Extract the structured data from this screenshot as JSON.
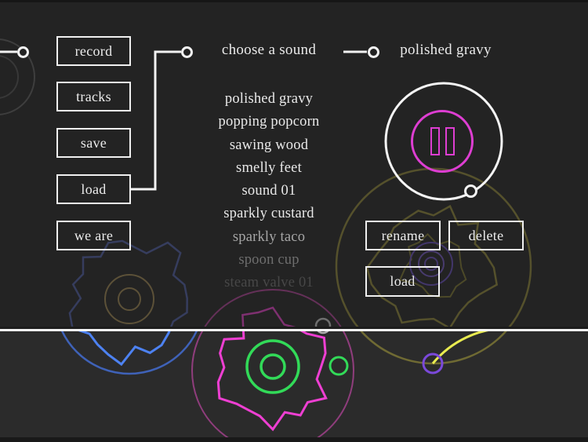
{
  "left_menu": {
    "items": [
      {
        "label": "record"
      },
      {
        "label": "tracks"
      },
      {
        "label": "save"
      },
      {
        "label": "load"
      },
      {
        "label": "we are"
      }
    ]
  },
  "picker": {
    "title": "choose a sound",
    "items": [
      {
        "label": "polished gravy"
      },
      {
        "label": "popping popcorn"
      },
      {
        "label": "sawing wood"
      },
      {
        "label": "smelly feet"
      },
      {
        "label": "sound 01"
      },
      {
        "label": "sparkly custard"
      },
      {
        "label": "sparkly taco"
      },
      {
        "label": "spoon cup"
      },
      {
        "label": "steam valve 01"
      }
    ]
  },
  "player": {
    "title": "polished gravy",
    "icon": "pause-icon",
    "actions": [
      {
        "label": "rename"
      },
      {
        "label": "delete"
      },
      {
        "label": "load"
      }
    ]
  },
  "colors": {
    "background_top": "#232323",
    "background_bottom": "#2b2b2b",
    "accent_magenta": "#de3ed2",
    "accent_green": "#32da58",
    "accent_blue": "#4a80f0",
    "accent_yellow": "#e9eb50",
    "accent_purple": "#7b49da",
    "divider_white": "#f5f5f5"
  }
}
